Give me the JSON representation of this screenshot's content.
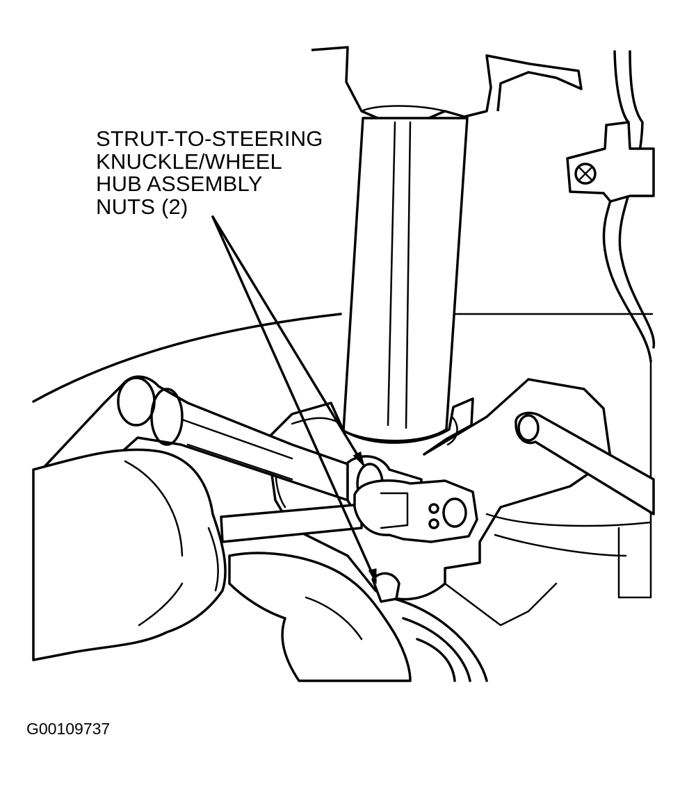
{
  "callout": {
    "lines": [
      "STRUT-TO-STEERING",
      "KNUCKLE/WHEEL",
      "HUB ASSEMBLY",
      "NUTS (2)"
    ]
  },
  "figure_id": "G00109737"
}
